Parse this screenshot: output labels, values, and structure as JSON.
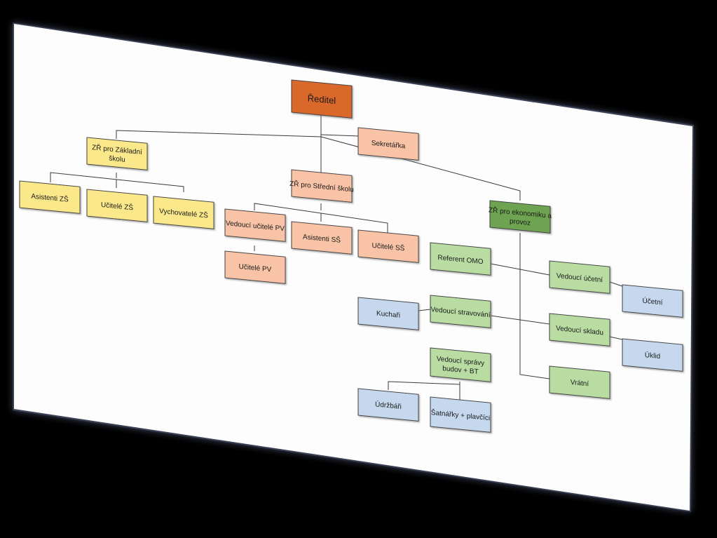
{
  "colors": {
    "background": "#000000",
    "sheet": "#fdfdfd",
    "director": "#d9682b",
    "director_border": "#8f3d10",
    "orange_light": "#f8c3a6",
    "yellow": "#fbe88a",
    "green_dark": "#6ea351",
    "green_light": "#b9dca3",
    "blue_light": "#c5d8ee"
  },
  "nodes": {
    "reditel": "Ředitel",
    "sekretarka": "Sekretářka",
    "zr_zs_line1": "ZŘ pro Základní",
    "zr_zs_line2": "školu",
    "zr_ss": "ZŘ pro Střední školu",
    "zr_ekon_line1": "ZŘ pro ekonomiku a",
    "zr_ekon_line2": "provoz",
    "asistenti_zs": "Asistenti ZŠ",
    "ucitele_zs": "Učitelé ZŠ",
    "vychovatele_zs": "Vychovatelé ZŠ",
    "vedouci_ucitele_pv": "Vedoucí učitelé PV",
    "asistenti_ss": "Asistenti SŠ",
    "ucitele_ss": "Učitelé SŠ",
    "ucitele_pv": "Učitelé PV",
    "referent_omo": "Referent OMO",
    "vedouci_ucetni": "Vedoucí účetní",
    "ucetni": "Účetní",
    "kuchari": "Kuchaři",
    "vedouci_stravovani": "Vedoucí stravování",
    "vedouci_skladu": "Vedoucí skladu",
    "uklid": "Úklid",
    "vedouci_spravy_line1": "Vedoucí správy",
    "vedouci_spravy_line2": "budov + BT",
    "vratni": "Vrátní",
    "udrzbari": "Údržbáři",
    "satnarky": "Šatnářky + plavčíci"
  }
}
